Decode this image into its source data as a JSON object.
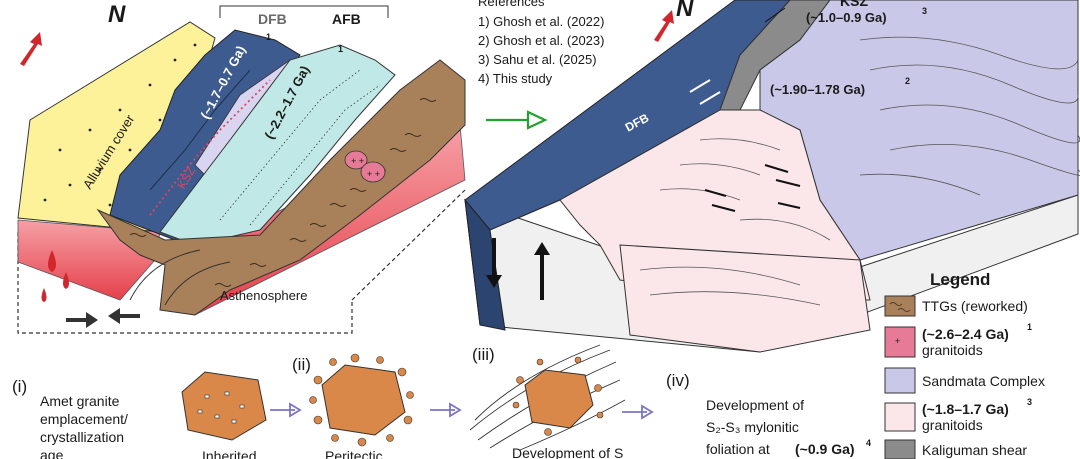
{
  "left_block": {
    "north": "N",
    "dfb": "DFB",
    "afb": "AFB",
    "dfb_age": "(~1.7–0.7 Ga)",
    "dfb_age_sup": "1",
    "afb_age": "(~2.2–1.7 Ga)",
    "afb_age_sup": "1",
    "alluvium": "Alluvium cover",
    "ksz": "KSZ",
    "asthenosphere": "Asthenosphere"
  },
  "references": {
    "heading": "References",
    "items": [
      "1) Ghosh et al. (2022)",
      "2) Ghosh et al. (2023)",
      "3) Sahu et al. (2025)",
      "4) This study"
    ]
  },
  "right_block": {
    "north": "N",
    "ksz": "KSZ",
    "ksz_age": "(~1.0–0.9 Ga)",
    "ksz_age_sup": "3",
    "sandmata_age": "(~1.90–1.78 Ga)",
    "sandmata_age_sup": "2",
    "dfb": "DFB"
  },
  "legend": {
    "title": "Legend",
    "items": [
      {
        "label": "TTGs (reworked)",
        "color": "#a8805a"
      },
      {
        "label": "(~2.6–2.4 Ga)",
        "sup": "1",
        "label2": "granitoids",
        "color": "#e77a96"
      },
      {
        "label": "Sandmata Complex",
        "color": "#c9c8e8"
      },
      {
        "label": "(~1.8–1.7 Ga)",
        "sup": "3",
        "label2": "granitoids",
        "color": "#fbe6ea"
      },
      {
        "label": "Kaliguman shear",
        "color": "#8b8b8b"
      }
    ]
  },
  "stages": {
    "i_num": "(i)",
    "i_text": [
      "Amet granite",
      "emplacement/",
      "crystallization",
      "age"
    ],
    "i_caption": "Inherited",
    "ii_num": "(ii)",
    "ii_caption": "Peritectic",
    "iii_num": "(iii)",
    "iii_caption": "Development of S",
    "iv_num": "(iv)",
    "iv_text": [
      "Development of",
      "S₂-S₃ mylonitic",
      "foliation at "
    ],
    "iv_bold": "(~0.9 Ga)",
    "iv_sup": "4"
  },
  "colors": {
    "alluvium": "#fdf29a",
    "dfb": "#3d5b8f",
    "afb": "#bfe8e6",
    "crust": "#a8805a",
    "mantle": "#e5404a",
    "sandmata": "#c9c8e8",
    "granitoid": "#fbe6ea",
    "shear": "#8b8b8b",
    "arrow_red": "#d0262c",
    "arrow_green": "#22a031",
    "arrow_purple": "#7a74c9"
  }
}
